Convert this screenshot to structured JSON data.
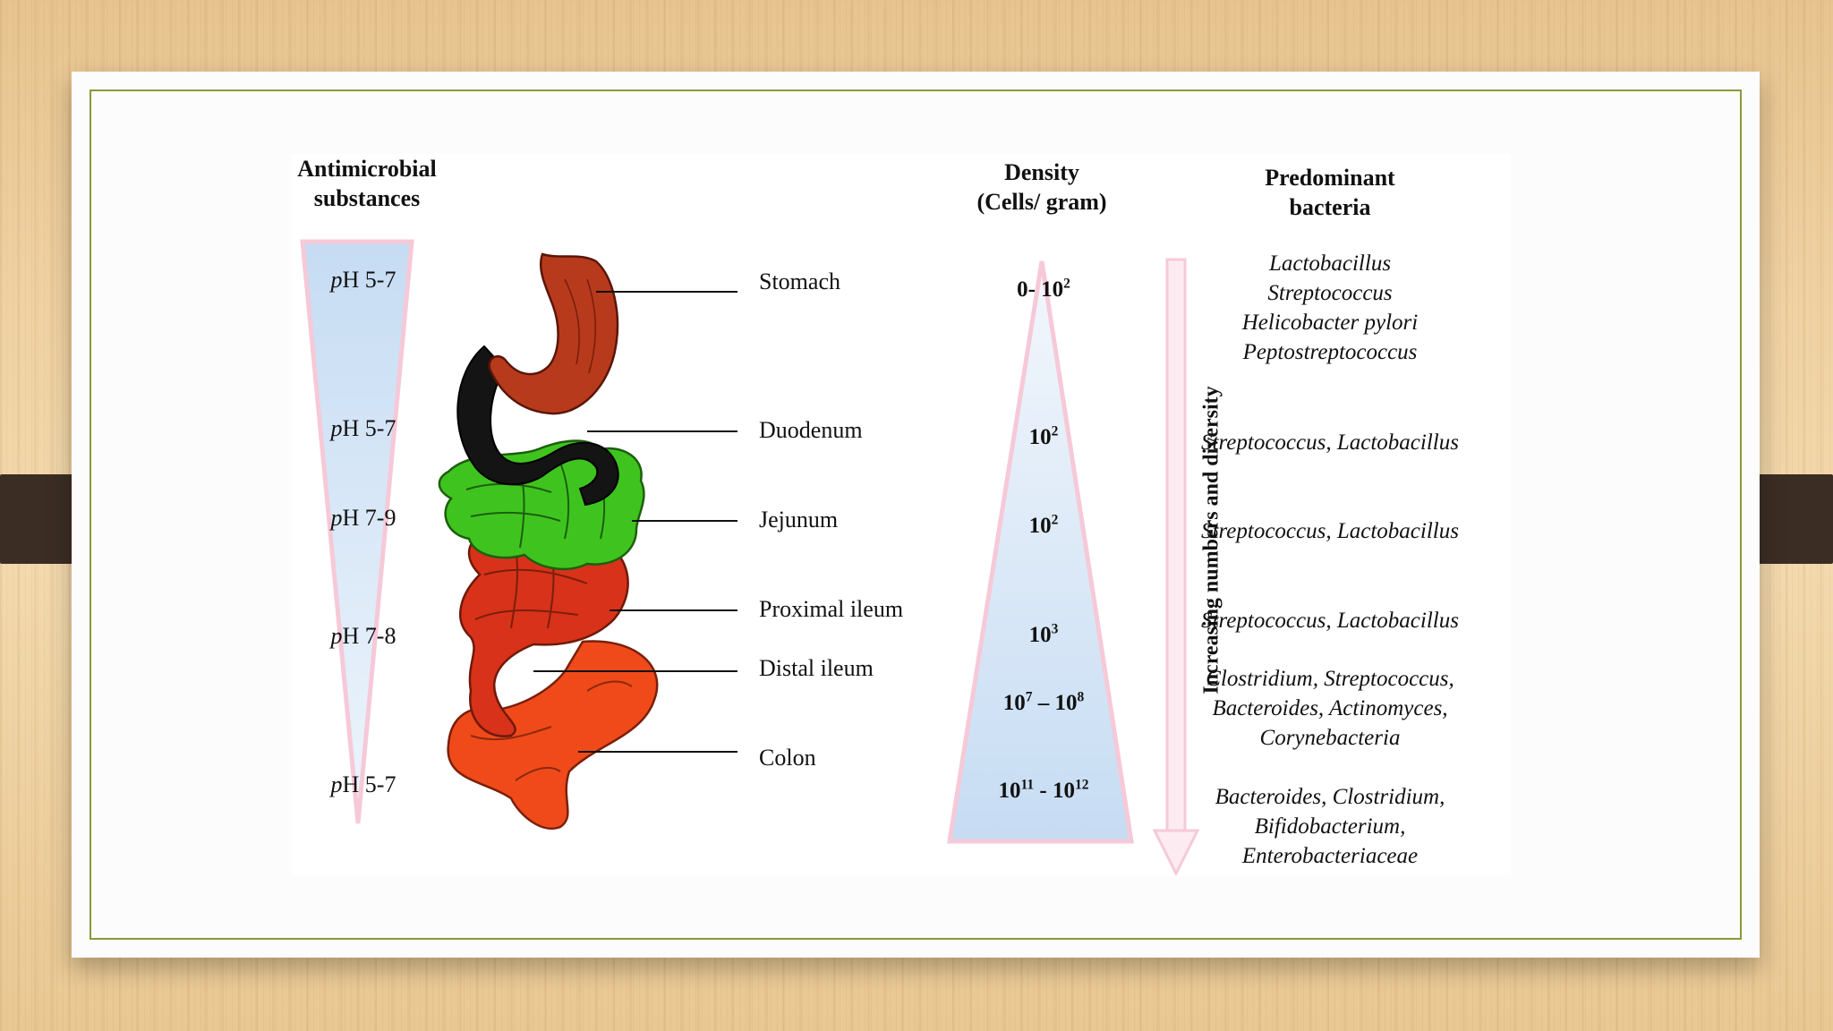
{
  "headers": {
    "antimicrobial": [
      "Antimicrobial",
      "substances"
    ],
    "density": [
      "Density",
      "(Cells/ gram)"
    ],
    "bacteria": [
      "Predominant",
      "bacteria"
    ]
  },
  "arrow_label": "Increasing numbers and diversity",
  "ph_values": [
    "pH 5-7",
    "pH 5-7",
    "pH 7-9",
    "pH 7-8",
    "pH 5-7"
  ],
  "organs": [
    "Stomach",
    "Duodenum",
    "Jejunum",
    "Proximal ileum",
    "Distal ileum",
    "Colon"
  ],
  "densities": [
    "0- 10^2",
    "10^2",
    "10^2",
    "10^3",
    "10^7 – 10^8",
    "10^11 - 10^12"
  ],
  "bacteria": [
    [
      "Lactobacillus",
      "Streptococcus",
      "Helicobacter pylori",
      "Peptostreptococcus"
    ],
    [
      "Streptococcus, Lactobacillus"
    ],
    [
      "Streptococcus, Lactobacillus"
    ],
    [
      "Streptococcus, Lactobacillus"
    ],
    [
      "Clostridium, Streptococcus,",
      "Bacteroides, Actinomyces,",
      "Corynebacteria"
    ],
    [
      "Bacteroides, Clostridium,",
      "Bifidobacterium,",
      "Enterobacteriaceae"
    ]
  ],
  "colors": {
    "stomach": "#b83a1c",
    "duodenum": "#141414",
    "jejunum": "#3fc41f",
    "ileum": "#d8321a",
    "colon": "#f04a1a",
    "triangle_fill": "#c6dcf3",
    "triangle_edge": "#f6c9d8",
    "frame": "#8a9a3a"
  }
}
